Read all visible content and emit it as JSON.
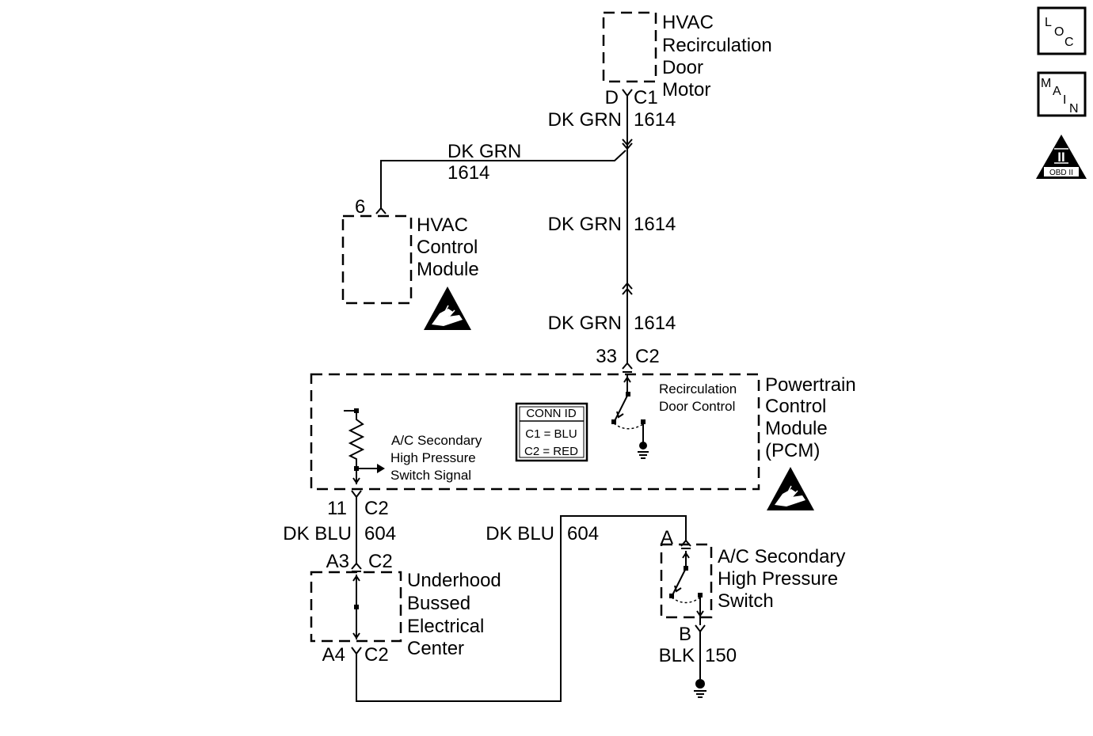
{
  "components": {
    "recirculation_door_motor": {
      "name_lines": [
        "HVAC",
        "Recirculation",
        "Door",
        "Motor"
      ]
    },
    "hvac_control_module": {
      "name_lines": [
        "HVAC",
        "Control",
        "Module"
      ]
    },
    "pcm": {
      "name_lines": [
        "Powertrain",
        "Control",
        "Module",
        "(PCM)"
      ],
      "recirc_door_control_lines": [
        "Recirculation",
        "Door Control"
      ],
      "ac_switch_signal_lines": [
        "A/C Secondary",
        "High Pressure",
        "Switch Signal"
      ]
    },
    "underhood_bussed_electrical_center": {
      "name_lines": [
        "Underhood",
        "Bussed",
        "Electrical",
        "Center"
      ]
    },
    "ac_secondary_high_pressure_switch": {
      "name_lines": [
        "A/C Secondary",
        "High Pressure",
        "Switch"
      ]
    }
  },
  "connectors": {
    "motor_c1": {
      "pin": "D",
      "connector": "C1"
    },
    "hvac_module": {
      "pin": "6"
    },
    "pcm_33": {
      "pin": "33",
      "connector": "C2"
    },
    "pcm_11": {
      "pin": "11",
      "connector": "C2"
    },
    "ubec_a3": {
      "pin": "A3",
      "connector": "C2"
    },
    "ubec_a4": {
      "pin": "A4",
      "connector": "C2"
    },
    "switch_a": {
      "pin": "A"
    },
    "switch_b": {
      "pin": "B"
    }
  },
  "wires": {
    "motor_to_splice": {
      "color": "DK GRN",
      "circuit": "1614"
    },
    "splice_to_hvac_module": {
      "color": "DK GRN",
      "circuit": "1614"
    },
    "splice_to_inline": {
      "color": "DK GRN",
      "circuit": "1614"
    },
    "inline_to_pcm": {
      "color": "DK GRN",
      "circuit": "1614"
    },
    "pcm_to_ubec": {
      "color": "DK BLU",
      "circuit": "604"
    },
    "ubec_to_switch": {
      "color": "DK BLU",
      "circuit": "604"
    },
    "switch_to_ground": {
      "color": "BLK",
      "circuit": "150"
    }
  },
  "conn_id_table": {
    "title": "CONN ID",
    "rows": [
      "C1 = BLU",
      "C2 = RED"
    ]
  },
  "icons": {
    "loc": {
      "letters": [
        "L",
        "O",
        "C"
      ]
    },
    "main": {
      "letters": [
        "M",
        "A",
        "I",
        "N"
      ]
    },
    "obd": {
      "numeral": "II",
      "caption": "OBD II"
    }
  }
}
